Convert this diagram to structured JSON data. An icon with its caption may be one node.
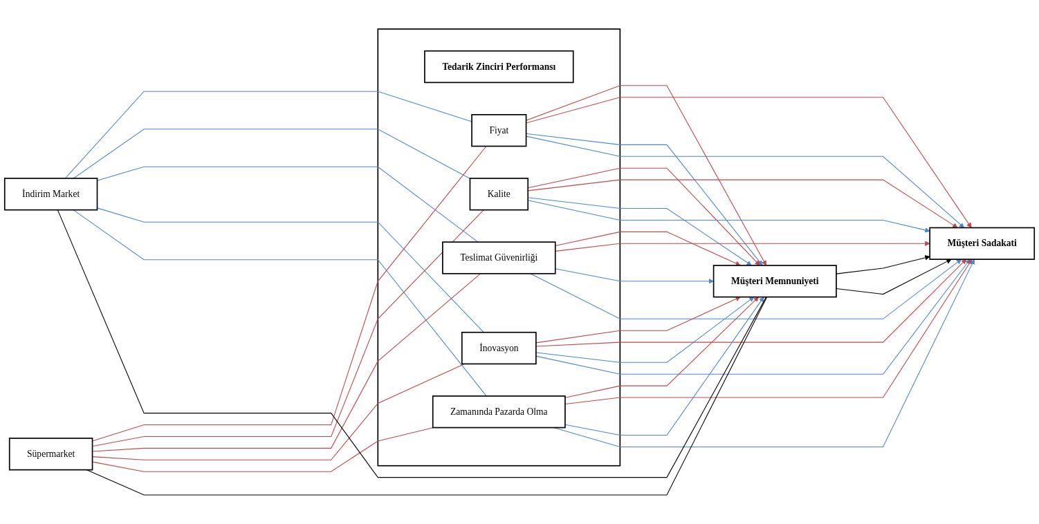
{
  "diagram": {
    "nodes": [
      {
        "text": [
          "İndirim Market"
        ]
      },
      {
        "text": [
          "Süpermarket"
        ]
      },
      {
        "text": [],
        "shape": "box"
      },
      {
        "text": [
          "Tedarik Zinciri Performansı"
        ],
        "in": 2
      },
      {
        "text": [
          "Fiyat"
        ],
        "in": 2
      },
      {
        "text": [
          "Kalite"
        ],
        "in": 2
      },
      {
        "text": [
          "Teslimat Güvenirliği"
        ],
        "in": 2
      },
      {
        "text": [
          "İnovasyon"
        ],
        "in": 2
      },
      {
        "text": [
          "Zamanında Pazarda Olma"
        ],
        "in": 2
      },
      {
        "text": [
          "Müşteri Memnuniyeti"
        ]
      },
      {
        "text": [
          "Müşteri Sadakati"
        ]
      }
    ],
    "edges": [
      {
        "from": 0,
        "to": 4,
        "arrow": "none",
        "color": "#4a86d4"
      },
      {
        "from": 0,
        "to": 5,
        "arrow": "none",
        "color": "#4a86d4"
      },
      {
        "from": 0,
        "to": 6,
        "arrow": "none",
        "color": "#4a86d4"
      },
      {
        "from": 0,
        "to": 7,
        "arrow": "none",
        "color": "#4a86d4"
      },
      {
        "from": 0,
        "to": 8,
        "arrow": "none",
        "color": "#4a86d4"
      },
      {
        "from": 1,
        "to": 4,
        "arrow": "none",
        "color": "#c0474a"
      },
      {
        "from": 1,
        "to": 5,
        "arrow": "none",
        "color": "#c0474a"
      },
      {
        "from": 1,
        "to": 6,
        "arrow": "none",
        "color": "#c0474a"
      },
      {
        "from": 1,
        "to": 7,
        "arrow": "none",
        "color": "#c0474a"
      },
      {
        "from": 1,
        "to": 8,
        "arrow": "none",
        "color": "#c0474a"
      },
      {
        "from": 4,
        "to": 9,
        "arrow": "to",
        "color": "#c0474a"
      },
      {
        "from": 4,
        "to": 10,
        "arrow": "to",
        "color": "#c0474a"
      },
      {
        "from": 4,
        "to": 9,
        "arrow": "to",
        "color": "#4a86d4"
      },
      {
        "from": 4,
        "to": 10,
        "arrow": "to",
        "color": "#4a86d4"
      },
      {
        "from": 5,
        "to": 9,
        "arrow": "to",
        "color": "#c0474a"
      },
      {
        "from": 5,
        "to": 10,
        "arrow": "to",
        "color": "#c0474a"
      },
      {
        "from": 5,
        "to": 9,
        "arrow": "to",
        "color": "#4a86d4"
      },
      {
        "from": 5,
        "to": 10,
        "arrow": "to",
        "color": "#4a86d4"
      },
      {
        "from": 6,
        "to": 9,
        "arrow": "to",
        "color": "#c0474a"
      },
      {
        "from": 6,
        "to": 10,
        "arrow": "to",
        "color": "#c0474a"
      },
      {
        "from": 6,
        "to": 9,
        "arrow": "to",
        "color": "#4a86d4"
      },
      {
        "from": 6,
        "to": 10,
        "arrow": "to",
        "color": "#4a86d4"
      },
      {
        "from": 7,
        "to": 9,
        "arrow": "to",
        "color": "#c0474a"
      },
      {
        "from": 7,
        "to": 10,
        "arrow": "to",
        "color": "#c0474a"
      },
      {
        "from": 7,
        "to": 9,
        "arrow": "to",
        "color": "#4a86d4"
      },
      {
        "from": 7,
        "to": 10,
        "arrow": "to",
        "color": "#4a86d4"
      },
      {
        "from": 8,
        "to": 9,
        "arrow": "to",
        "color": "#c0474a"
      },
      {
        "from": 8,
        "to": 10,
        "arrow": "to",
        "color": "#c0474a"
      },
      {
        "from": 8,
        "to": 9,
        "arrow": "to",
        "color": "#4a86d4"
      },
      {
        "from": 8,
        "to": 10,
        "arrow": "to",
        "color": "#4a86d4"
      },
      {
        "from": 0,
        "to": 9,
        "arrow": "none",
        "color": "#000000"
      },
      {
        "from": 1,
        "to": 9,
        "arrow": "none",
        "color": "#000000"
      },
      {
        "from": 9,
        "to": 10,
        "arrow": "to",
        "color": "#000000"
      },
      {
        "from": 9,
        "to": 10,
        "arrow": "to",
        "color": "#000000"
      }
    ]
  }
}
